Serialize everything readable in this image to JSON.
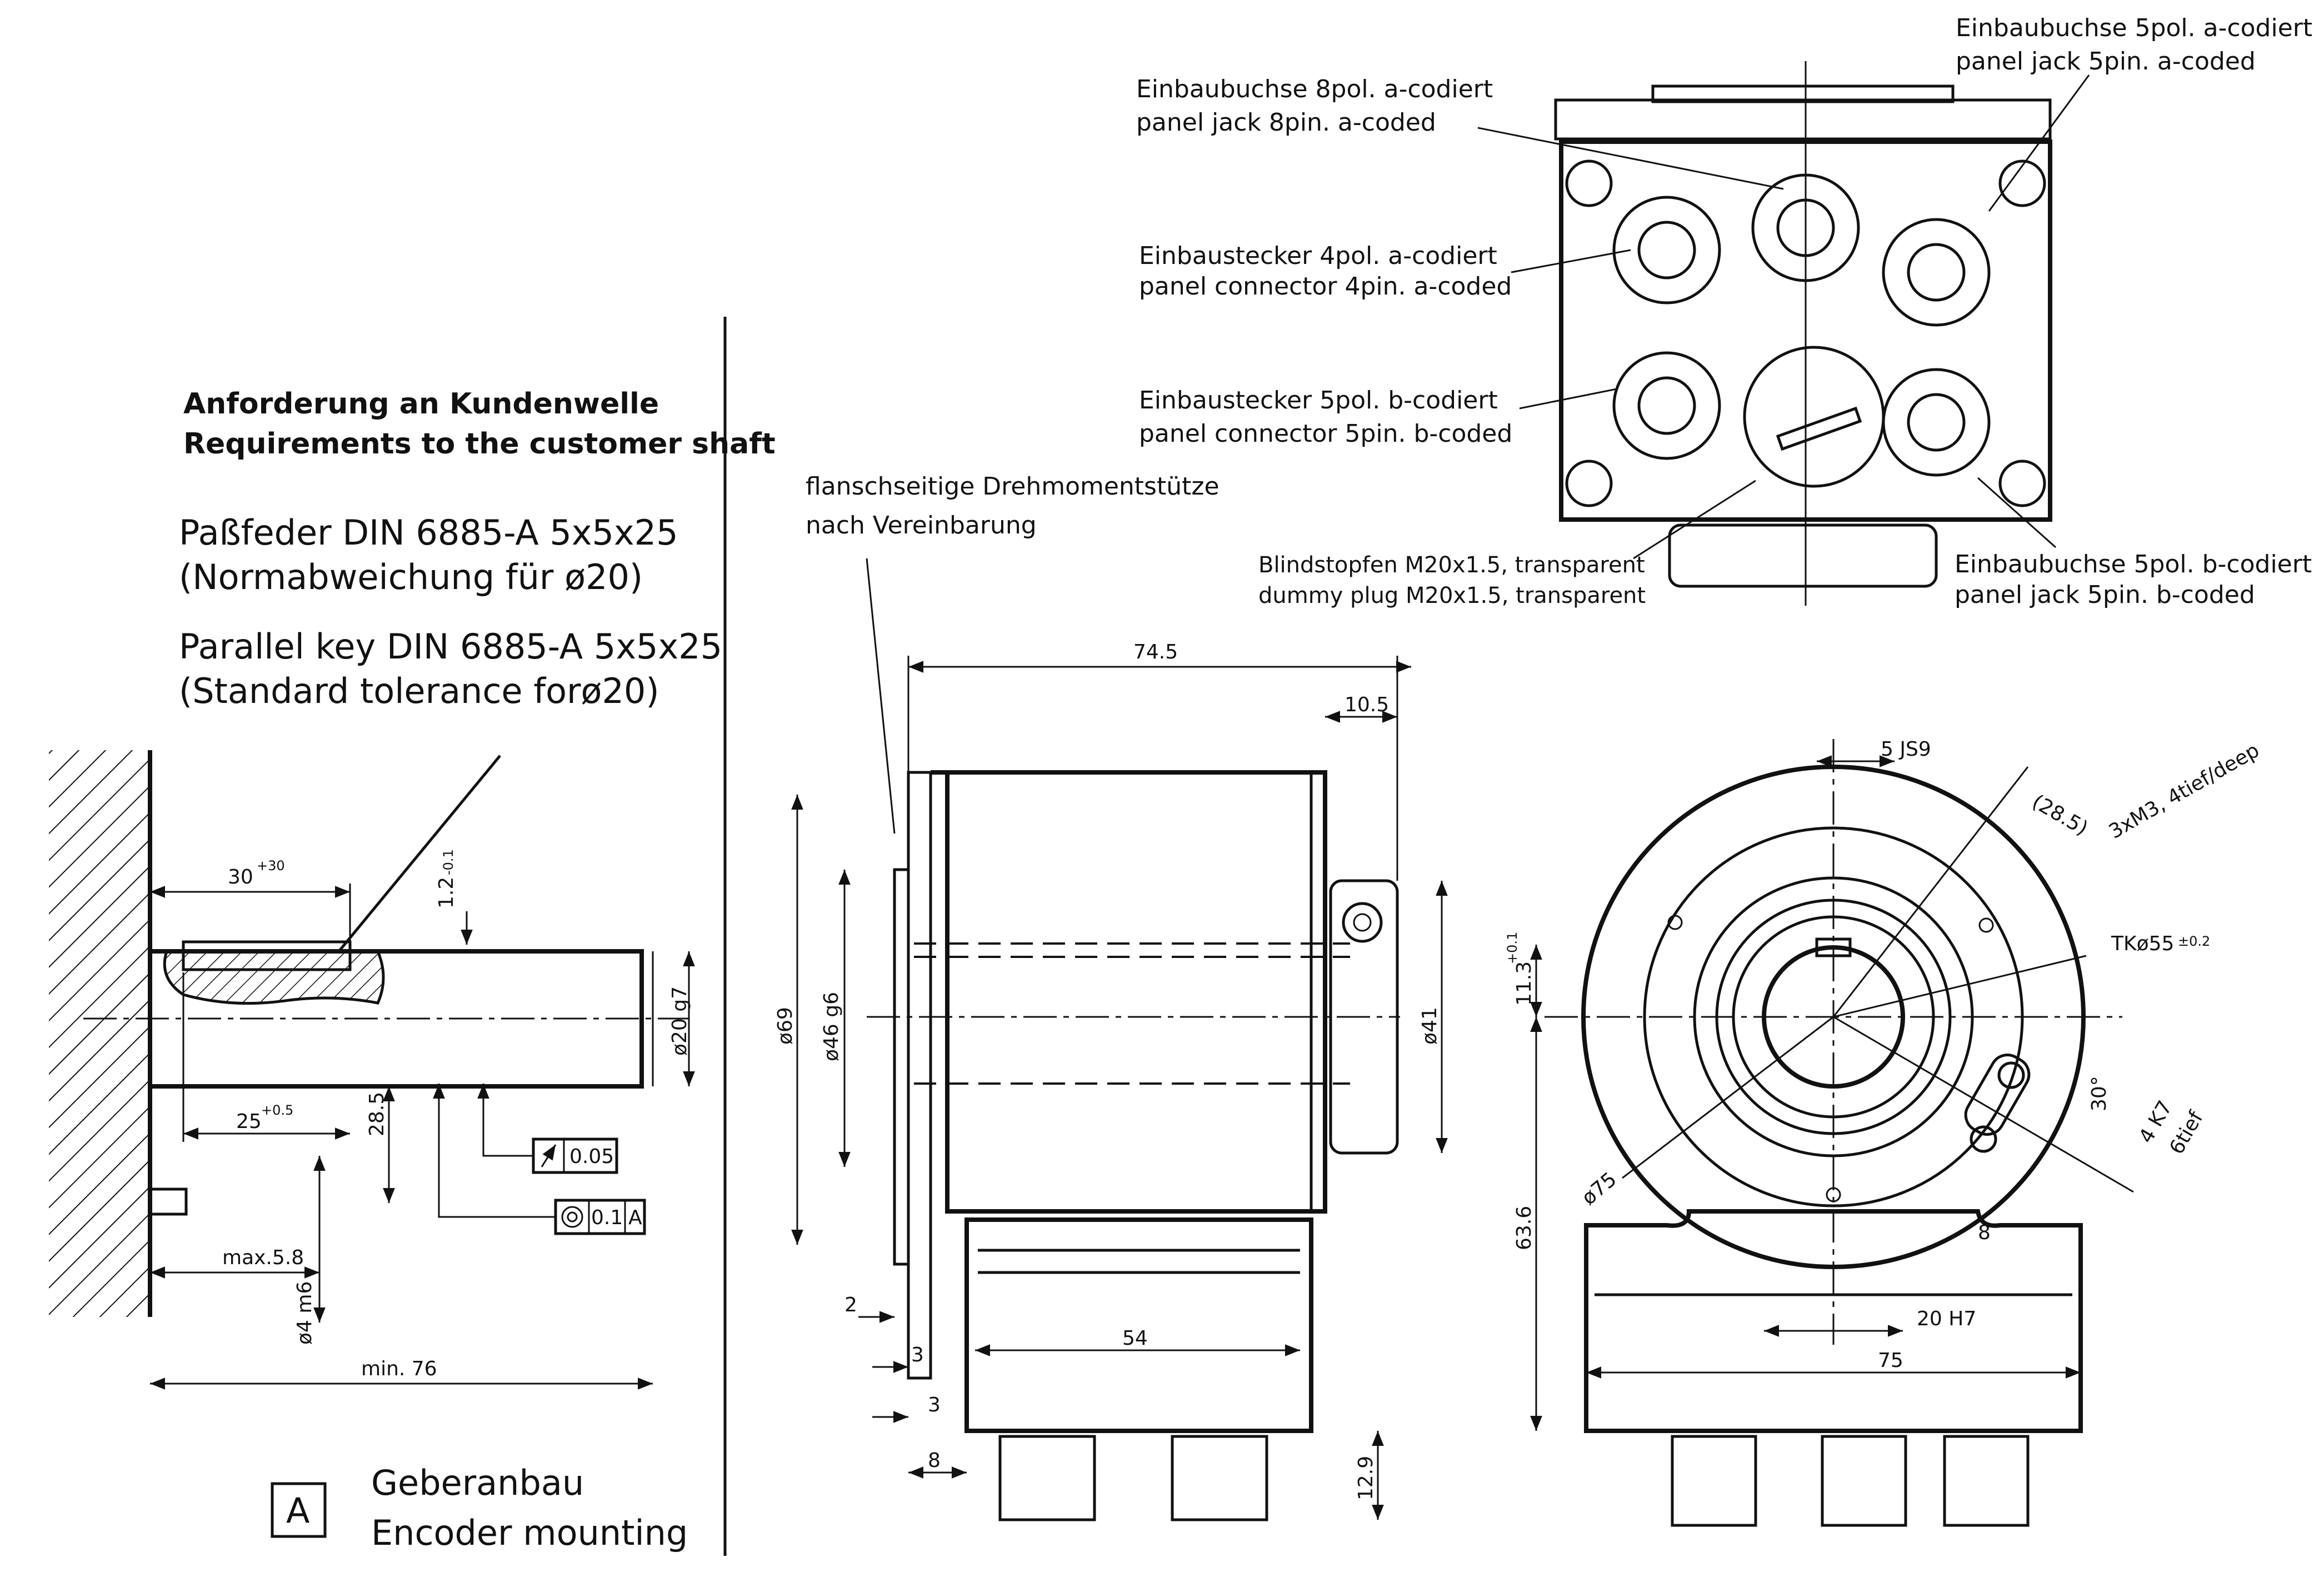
{
  "section_a": {
    "heading_de": "Anforderung an Kundenwelle",
    "heading_en": "Requirements to the customer shaft",
    "key_de_1": "Paßfeder DIN 6885-A 5x5x25",
    "key_de_2": "(Normabweichung für ø20)",
    "key_en_1": "Parallel key DIN 6885-A 5x5x25",
    "key_en_2": "(Standard tolerance forø20)",
    "dims": {
      "d30": "30",
      "d30_tol": "+30",
      "d12": "1.2",
      "d12_tol": "-0.1",
      "d25": "25",
      "d25_tol": "+0.5",
      "d285": "28.5",
      "d20": "ø20 g7",
      "max58": "max.5.8",
      "d4": "ø4 m6",
      "min76": "min. 76"
    },
    "tol_runout": "0.05",
    "tol_conc": "0.1",
    "tol_datum": "A",
    "legend_letter": "A",
    "legend_de": "Geberanbau",
    "legend_en": "Encoder mounting"
  },
  "side_view": {
    "torque_de_1": "flanschseitige Drehmomentstütze",
    "torque_de_2": "nach Vereinbarung",
    "dims": {
      "w745": "74.5",
      "w105": "10.5",
      "d69": "ø69",
      "d46": "ø46 g6",
      "d41": "ø41",
      "t2": "2",
      "t3a": "3",
      "t3b": "3",
      "t8": "8",
      "w54": "54",
      "h129": "12.9"
    }
  },
  "top_view": {
    "jack8_de": "Einbaubuchse 8pol. a-codiert",
    "jack8_en": "panel jack 8pin. a-coded",
    "jack5a_de": "Einbaubuchse 5pol. a-codiert",
    "jack5a_en": "panel jack 5pin. a-coded",
    "conn4_de": "Einbaustecker 4pol. a-codiert",
    "conn4_en": "panel connector 4pin. a-coded",
    "conn5b_de": "Einbaustecker 5pol. b-codiert",
    "conn5b_en": "panel connector 5pin. b-coded",
    "plug_de": "Blindstopfen M20x1.5, transparent",
    "plug_en": "dummy plug M20x1.5, transparent",
    "jack5b_de": "Einbaubuchse 5pol. b-codiert",
    "jack5b_en": "panel jack 5pin. b-coded"
  },
  "front_view": {
    "dims": {
      "js9": "5 JS9",
      "d285": "(28.5)",
      "m3": "3xM3, 4tief/deep",
      "tk55": "TKø55",
      "tk55_tol": "±0.2",
      "h113": "11.3",
      "h113_tol": "+0.1",
      "a30": "30°",
      "k7": "4 K7",
      "tief6": "6tief",
      "d75": "ø75",
      "d8": "8",
      "h636": "63.6",
      "w20": "20 H7",
      "w75": "75"
    }
  }
}
